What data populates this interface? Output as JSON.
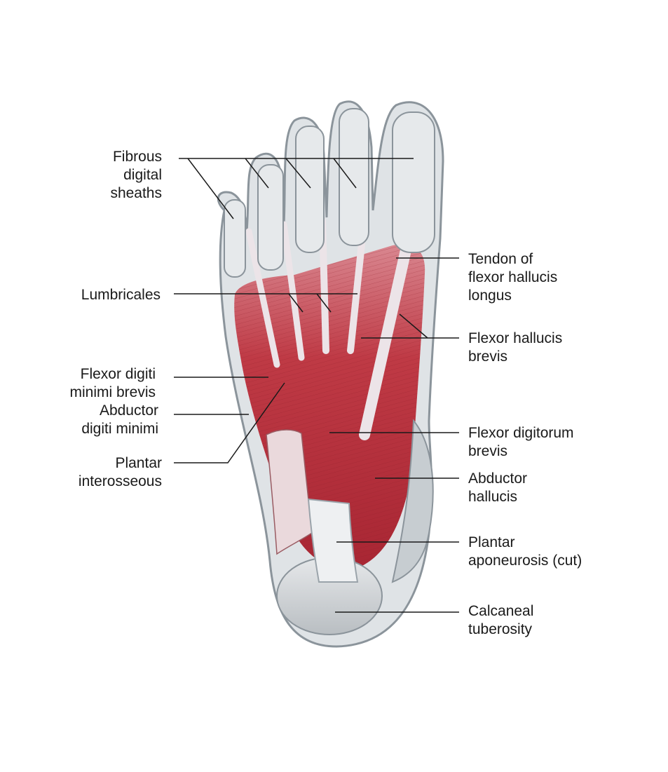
{
  "colors": {
    "muscle": "#b8313c",
    "muscle_dark": "#8e1f2a",
    "muscle_light": "#e4a0a5",
    "tendon": "#e9e2e6",
    "sheath": "#d5dade",
    "sheath_edge": "#8b949b",
    "leader": "#1a1a1a",
    "label_text": "#1a1a1a"
  },
  "labels": {
    "fibrous_digital_sheaths": "Fibrous\ndigital\nsheaths",
    "lumbricales": "Lumbricales",
    "flexor_digiti_minimi_brevis": "Flexor digiti\nminimi brevis",
    "abductor_digiti_minimi": "Abductor\ndigiti minimi",
    "plantar_interosseous": "Plantar\ninterosseous",
    "tendon_flexor_hallucis_longus": "Tendon of\nflexor hallucis\nlongus",
    "flexor_hallucis_brevis": "Flexor hallucis\nbrevis",
    "flexor_digitorum_brevis": "Flexor digitorum\nbrevis",
    "abductor_hallucis": "Abductor\nhallucis",
    "plantar_aponeurosis_cut": "Plantar\naponeurosis (cut)",
    "calcaneal_tuberosity": "Calcaneal\ntuberosity"
  }
}
